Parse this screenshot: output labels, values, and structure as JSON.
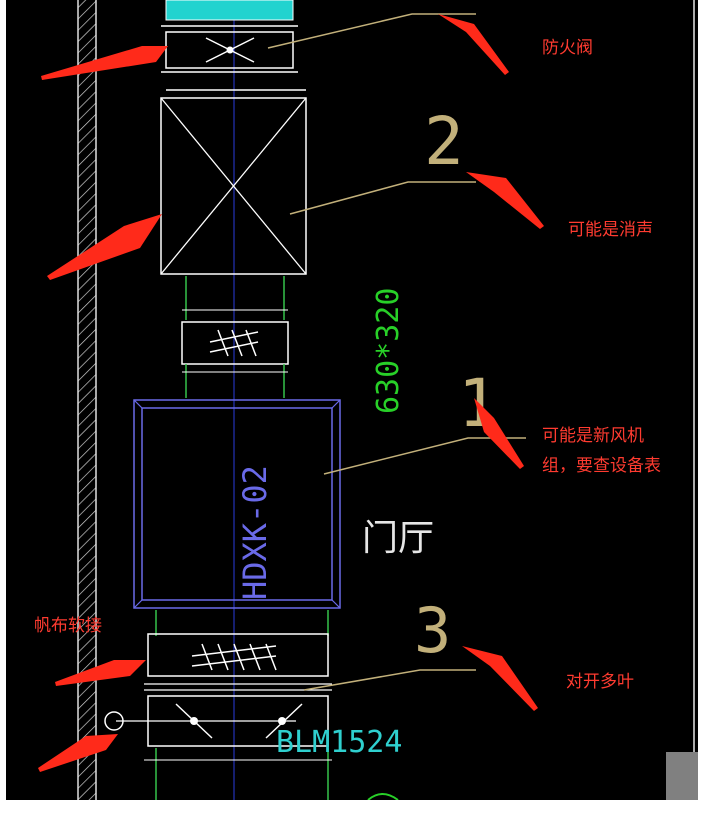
{
  "colors": {
    "background": "#000000",
    "equipment_line": "#ffffff",
    "duct_edge": "#35c24a",
    "duct_axis": "#2a3bdc",
    "unit_outline": "#6a6ae8",
    "leader": "#c2b07a",
    "dimension_text": "#28d028",
    "model_text": "#2fd0cf",
    "annotation": "#ff3b30",
    "arrow": "#ff2a1a",
    "wall_hatch": "#d0d0d0",
    "top_block": "#22d3cf"
  },
  "labels": {
    "tag_2": "2",
    "tag_1": "1",
    "tag_3": "3",
    "duct_size": "630*320",
    "unit_code": "HDXK-02",
    "room_name": "门厅",
    "damper_model": "BLM1524"
  },
  "annotations": {
    "fire_damper": "防火阀",
    "silencer": "可能是消声",
    "fresh_air_unit_line1": "可能是新风机",
    "fresh_air_unit_line2": "组，要查设备表",
    "canvas_joint": "帆布软接",
    "multi_blade": "对开多叶"
  },
  "icons": {
    "arrow": "red-arrow-icon",
    "cross": "x-cross-icon"
  }
}
